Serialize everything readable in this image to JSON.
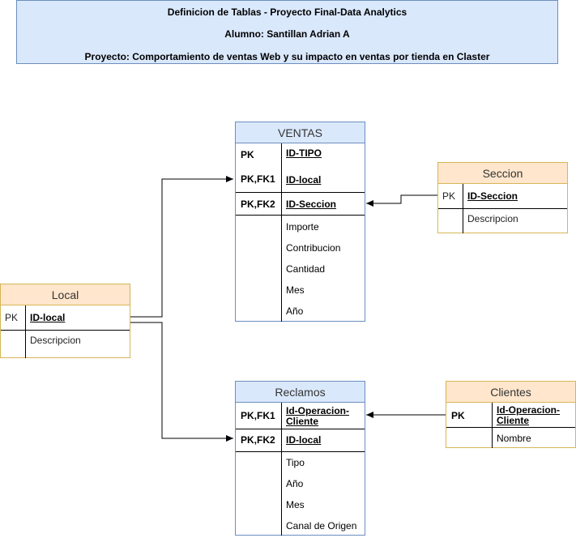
{
  "header": {
    "line1": "Definicion de Tablas - Proyecto Final-Data Analytics",
    "line2": "Alumno: Santillan Adrian A",
    "line3": "Proyecto: Comportamiento de ventas Web y su impacto en ventas por tienda en Claster"
  },
  "colors": {
    "blue_fill": "#dae8fc",
    "blue_stroke": "#6c8ebf",
    "orange_fill": "#ffe6cc",
    "orange_stroke": "#d6b656"
  },
  "ventas": {
    "title": "VENTAS",
    "keys": [
      {
        "key": "PK",
        "field": "ID-TIPO"
      },
      {
        "key": "PK,FK1",
        "field": "ID-local"
      },
      {
        "key": "PK,FK2",
        "field": "ID-Seccion"
      }
    ],
    "fields": [
      "Importe",
      "Contribucion",
      "Cantidad",
      "Mes",
      "Año"
    ]
  },
  "seccion": {
    "title": "Seccion",
    "key": "PK",
    "key_field": "ID-Seccion",
    "fields": [
      "Descripcion"
    ]
  },
  "local": {
    "title": "Local",
    "key": "PK",
    "key_field": "ID-local",
    "fields": [
      "Descripcion"
    ]
  },
  "reclamos": {
    "title": "Reclamos",
    "keys": [
      {
        "key": "PK,FK1",
        "field": "Id-Operacion-Cliente"
      },
      {
        "key": "PK,FK2",
        "field": "ID-local"
      }
    ],
    "fields": [
      "Tipo",
      "Año",
      "Mes",
      "Canal de Origen"
    ]
  },
  "clientes": {
    "title": "Clientes",
    "key": "PK",
    "key_field": "Id-Operacion-Cliente",
    "fields": [
      "Nombre"
    ]
  }
}
